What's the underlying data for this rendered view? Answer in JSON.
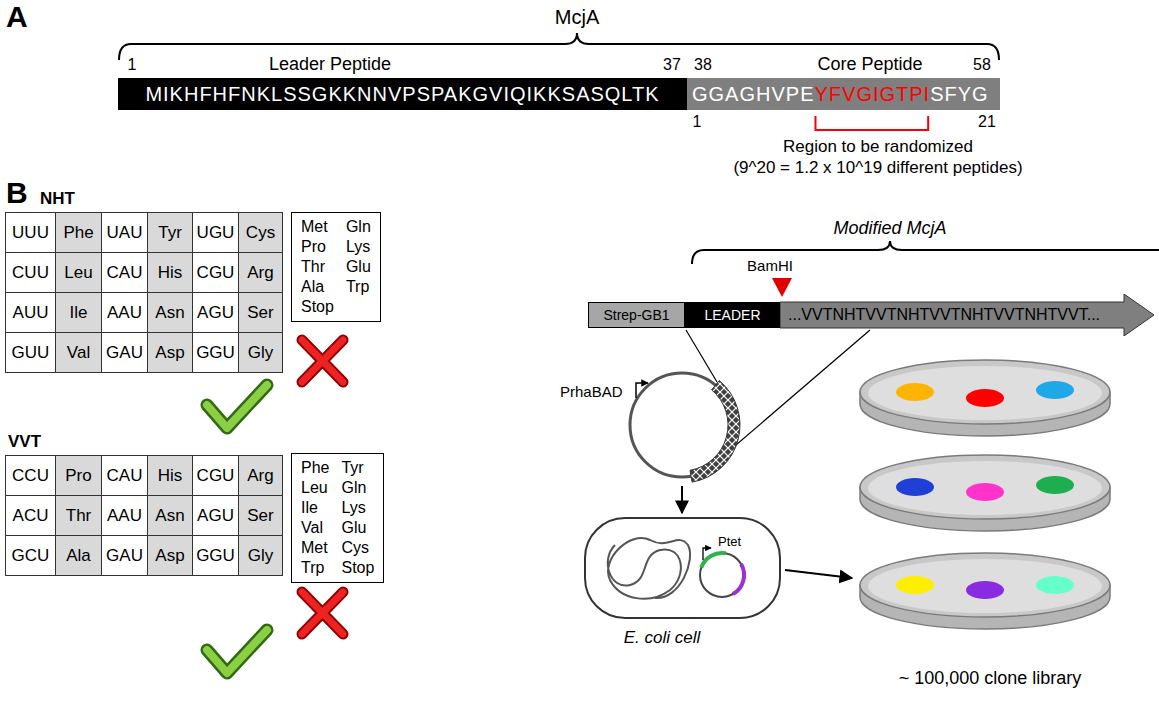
{
  "diagram": {
    "nodes": [
      {
        "text": [
          "MIKHFHFNKLSSGKKNNVPSPAKGVIQIKKSASQLTK"
        ]
      },
      {
        "text": [
          "GGAGHVPE",
          "YFVGIGTPI",
          "SFYG"
        ]
      },
      {
        "text": [
          "Met",
          "Gln",
          "Pro",
          "Lys",
          "Thr",
          "Glu",
          "Ala",
          "Trp",
          "Stop"
        ]
      },
      {
        "text": [
          "Phe",
          "Tyr",
          "Leu",
          "Gln",
          "Ile",
          "Lys",
          "Val",
          "Glu",
          "Met",
          "Cys",
          "Trp",
          "Stop"
        ]
      },
      {
        "text": [
          "Strep-GB1"
        ]
      },
      {
        "text": [
          "LEADER"
        ]
      },
      {
        "text": [
          "...VVTNHTVVTNHTVVTNHTVVTNHTVVT..."
        ]
      }
    ],
    "labels": [
      "A",
      "McjA",
      "1",
      "Leader Peptide",
      "37",
      "38",
      "Core Peptide",
      "58",
      "1",
      "21",
      "Region to be randomized",
      "(9^20 = 1.2 x 10^19 different peptides)",
      "B",
      "NHT",
      "UUU",
      "Phe",
      "UAU",
      "Tyr",
      "UGU",
      "Cys",
      "CUU",
      "Leu",
      "CAU",
      "His",
      "CGU",
      "Arg",
      "AUU",
      "Ile",
      "AAU",
      "Asn",
      "AGU",
      "Ser",
      "GUU",
      "Val",
      "GAU",
      "Asp",
      "GGU",
      "Gly",
      "VVT",
      "CCU",
      "Pro",
      "CAU",
      "His",
      "CGU",
      "Arg",
      "ACU",
      "Thr",
      "AAU",
      "Asn",
      "AGU",
      "Ser",
      "GCU",
      "Ala",
      "GAU",
      "Asp",
      "GGU",
      "Gly",
      "Modified McjA",
      "BamHI",
      "PrhaBAD",
      "Ptet",
      "E. coli cell",
      "~ 100,000 clone library"
    ]
  }
}
